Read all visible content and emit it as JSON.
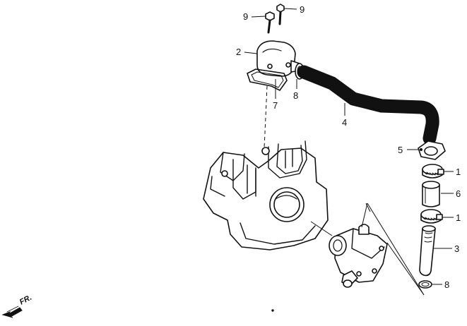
{
  "callouts": [
    {
      "id": "9a",
      "text": "9"
    },
    {
      "id": "9b",
      "text": "9"
    },
    {
      "id": "2",
      "text": "2"
    },
    {
      "id": "8a",
      "text": "8"
    },
    {
      "id": "7",
      "text": "7"
    },
    {
      "id": "4",
      "text": "4"
    },
    {
      "id": "5",
      "text": "5"
    },
    {
      "id": "1a",
      "text": "1"
    },
    {
      "id": "6",
      "text": "6"
    },
    {
      "id": "1b",
      "text": "1"
    },
    {
      "id": "3",
      "text": "3"
    },
    {
      "id": "8b",
      "text": "8"
    }
  ],
  "direction": {
    "label": "FR.",
    "icon": "front-direction-arrow-icon"
  }
}
